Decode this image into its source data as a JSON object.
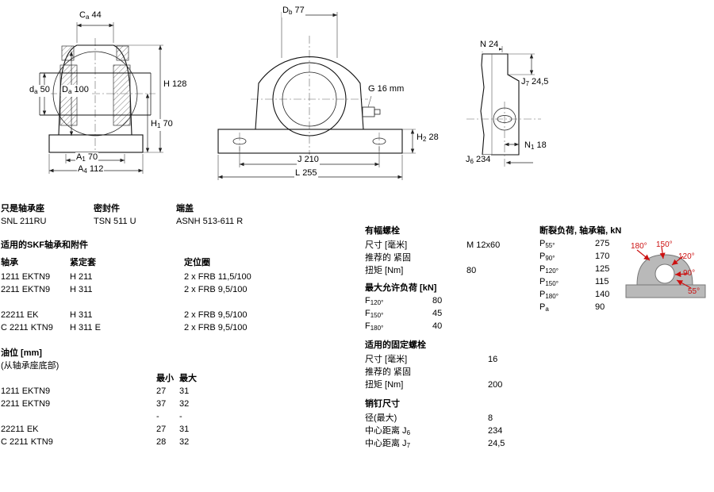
{
  "drawings": {
    "front_view": {
      "dims": {
        "Ca": {
          "sym": "C",
          "sub": "a",
          "val": "44"
        },
        "da": {
          "sym": "d",
          "sub": "a",
          "val": "50"
        },
        "Da": {
          "sym": "D",
          "sub": "a",
          "val": "100"
        },
        "H": {
          "sym": "H",
          "sub": "",
          "val": "128"
        },
        "H1": {
          "sym": "H",
          "sub": "1",
          "val": "70"
        },
        "A1": {
          "sym": "A",
          "sub": "1",
          "val": "70"
        },
        "A4": {
          "sym": "A",
          "sub": "4",
          "val": "112"
        }
      }
    },
    "side_view": {
      "dims": {
        "Db": {
          "sym": "D",
          "sub": "b",
          "val": "77"
        },
        "G": {
          "sym": "G",
          "sub": "",
          "val": "16 mm"
        },
        "H2": {
          "sym": "H",
          "sub": "2",
          "val": "28"
        },
        "J": {
          "sym": "J",
          "sub": "",
          "val": "210"
        },
        "L": {
          "sym": "L",
          "sub": "",
          "val": "255"
        }
      }
    },
    "end_view": {
      "dims": {
        "N": {
          "sym": "N",
          "sub": "",
          "val": "24"
        },
        "J7": {
          "sym": "J",
          "sub": "7",
          "val": "24,5"
        },
        "N1": {
          "sym": "N",
          "sub": "1",
          "val": "18"
        },
        "J6": {
          "sym": "J",
          "sub": "6",
          "val": "234"
        }
      }
    },
    "load_diagram": {
      "angles": [
        "180°",
        "150°",
        "120°",
        "90°",
        "55°"
      ],
      "arrow_color": "#cc1111",
      "housing_fill": "#b9b9b9"
    }
  },
  "product": {
    "housing_label": "只是轴承座",
    "housing_value": "SNL 211RU",
    "seal_label": "密封件",
    "seal_value": "TSN 511 U",
    "endcover_label": "端盖",
    "endcover_value": "ASNH 513-611 R"
  },
  "bearings_section": {
    "title": "适用的SKF轴承和附件",
    "col_bearing": "轴承",
    "col_sleeve": "紧定套",
    "col_ring": "定位圈",
    "rows": [
      {
        "bearing": "1211 EKTN9",
        "sleeve": "H 211",
        "ring": "2 x FRB 11,5/100"
      },
      {
        "bearing": "2211 EKTN9",
        "sleeve": "H 311",
        "ring": "2 x FRB 9,5/100"
      },
      {
        "bearing": "",
        "sleeve": "",
        "ring": ""
      },
      {
        "bearing": "22211 EK",
        "sleeve": "H 311",
        "ring": "2 x FRB 9,5/100"
      },
      {
        "bearing": "C 2211 KTN9",
        "sleeve": "H 311 E",
        "ring": "2 x FRB 9,5/100"
      }
    ]
  },
  "oil_section": {
    "title": "油位 [mm]",
    "subtitle": "(从轴承座底部)",
    "col_min": "最小",
    "col_max": "最大",
    "rows": [
      {
        "name": "1211 EKTN9",
        "min": "27",
        "max": "31"
      },
      {
        "name": "2211 EKTN9",
        "min": "37",
        "max": "32"
      },
      {
        "name": "",
        "min": "-",
        "max": "-"
      },
      {
        "name": "22211 EK",
        "min": "27",
        "max": "31"
      },
      {
        "name": "C 2211 KTN9",
        "min": "28",
        "max": "32"
      }
    ]
  },
  "cap_bolts": {
    "title": "有幅螺栓",
    "size_label": "尺寸 [毫米]",
    "size_value": "M 12x60",
    "rec_label": "推荐的 紧固",
    "torque_label": "扭矩 [Nm]",
    "torque_value": "80"
  },
  "max_load": {
    "title": "最大允许负荷 [kN]",
    "rows": [
      {
        "sym": "F",
        "sub": "120°",
        "val": "80"
      },
      {
        "sym": "F",
        "sub": "150°",
        "val": "45"
      },
      {
        "sym": "F",
        "sub": "180°",
        "val": "40"
      }
    ]
  },
  "foundation_bolts": {
    "title": "适用的固定螺栓",
    "size_label": "尺寸 [毫米]",
    "size_value": "16",
    "rec_label": "推荐的 紧固",
    "torque_label": "扭矩 [Nm]",
    "torque_value": "200"
  },
  "pins": {
    "title": "销钉尺寸",
    "rows": [
      {
        "label": "径(最大)",
        "sub": "",
        "val": "8"
      },
      {
        "label": "中心距离 J",
        "sub": "6",
        "val": "234"
      },
      {
        "label": "中心距离 J",
        "sub": "7",
        "val": "24,5"
      }
    ]
  },
  "breaking_load": {
    "title": "断裂负荷, 轴承箱, kN",
    "rows": [
      {
        "sym": "P",
        "sub": "55°",
        "val": "275"
      },
      {
        "sym": "P",
        "sub": "90°",
        "val": "170"
      },
      {
        "sym": "P",
        "sub": "120°",
        "val": "125"
      },
      {
        "sym": "P",
        "sub": "150°",
        "val": "115"
      },
      {
        "sym": "P",
        "sub": "180°",
        "val": "140"
      },
      {
        "sym": "P",
        "sub": "a",
        "val": "90"
      }
    ]
  }
}
